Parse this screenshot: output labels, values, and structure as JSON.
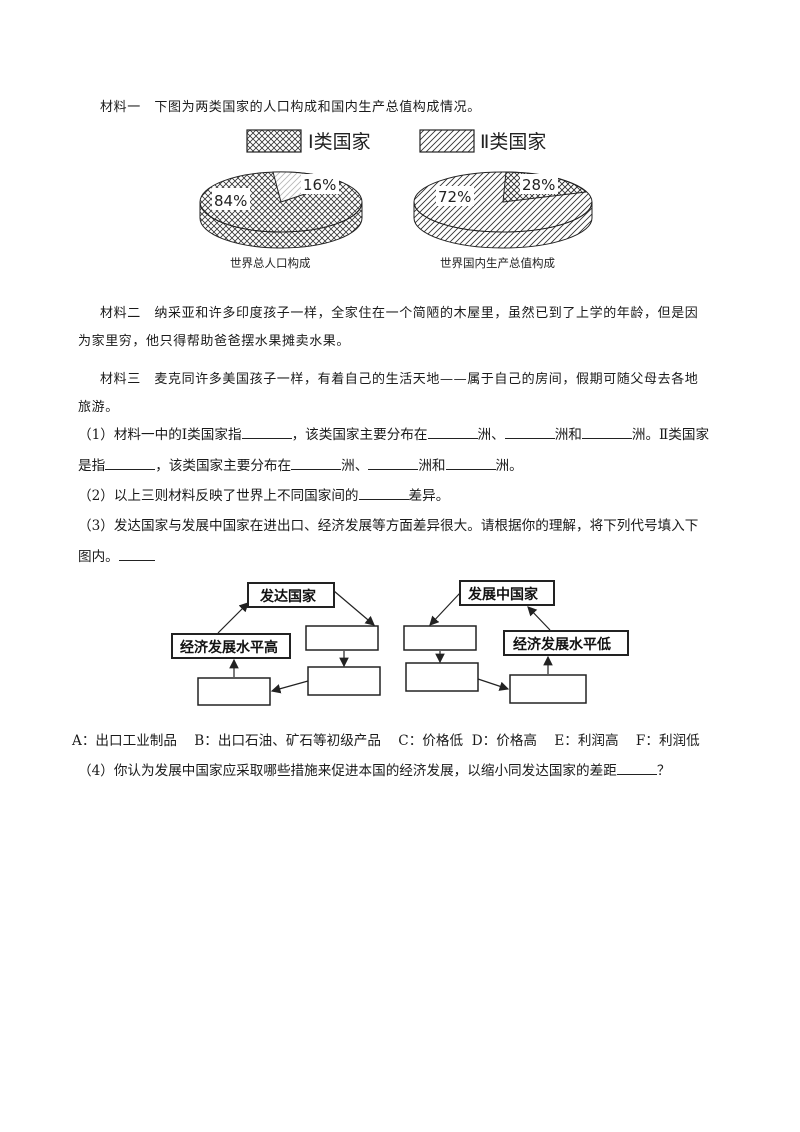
{
  "material1": "材料一　下图为两类国家的人口构成和国内生产总值构成情况。",
  "legend": {
    "class1": "Ⅰ类国家",
    "class2": "Ⅱ类国家"
  },
  "chart_data": [
    {
      "type": "pie",
      "title": "世界总人口构成",
      "slices": [
        {
          "label": "Ⅰ类国家",
          "value": 84,
          "text": "84%"
        },
        {
          "label": "Ⅱ类国家",
          "value": 16,
          "text": "16%"
        }
      ]
    },
    {
      "type": "pie",
      "title": "世界国内生产总值构成",
      "slices": [
        {
          "label": "Ⅰ类国家",
          "value": 28,
          "text": "28%"
        },
        {
          "label": "Ⅱ类国家",
          "value": 72,
          "text": "72%"
        }
      ]
    }
  ],
  "material2": {
    "line1": "材料二　纳采亚和许多印度孩子一样，全家住在一个简陋的木屋里，虽然已到了上学的年龄，但是因",
    "line2": "为家里穷，他只得帮助爸爸摆水果摊卖水果。"
  },
  "material3": {
    "line1": "材料三　麦克同许多美国孩子一样，有着自己的生活天地——属于自己的房间，假期可随父母去各地",
    "line2": "旅游。"
  },
  "q1": {
    "a": "（1）材料一中的Ⅰ类国家指",
    "b": "，该类国家主要分布在",
    "zhou1": "洲、",
    "zhouhe": "洲和",
    "zhou_end": "洲。Ⅱ类国家",
    "c": "是指",
    "d": "，该类国家主要分布在",
    "zhou2": "洲、",
    "zhouhe2": "洲和",
    "zhou_end2": "洲。"
  },
  "q2": {
    "a": "（2）以上三则材料反映了世界上不同国家间的",
    "b": "差异。"
  },
  "q3": {
    "line1": "（3）发达国家与发展中国家在进出口、经济发展等方面差异很大。请根据你的理解，将下列代号填入下",
    "line2": "图内。"
  },
  "flow": {
    "developed": "发达国家",
    "developed_level": "经济发展水平高",
    "developing": "发展中国家",
    "developing_level": "经济发展水平低"
  },
  "options": {
    "A": "A：出口工业制品",
    "B": "B：出口石油、矿石等初级产品",
    "C": "C：价格低",
    "D": "D：价格高",
    "E": "E：利润高",
    "F": "F：利润低"
  },
  "q4": {
    "a": "（4）你认为发展中国家应采取哪些措施来促进本国的经济发展，以缩小同发达国家的差距",
    "b": "？"
  }
}
